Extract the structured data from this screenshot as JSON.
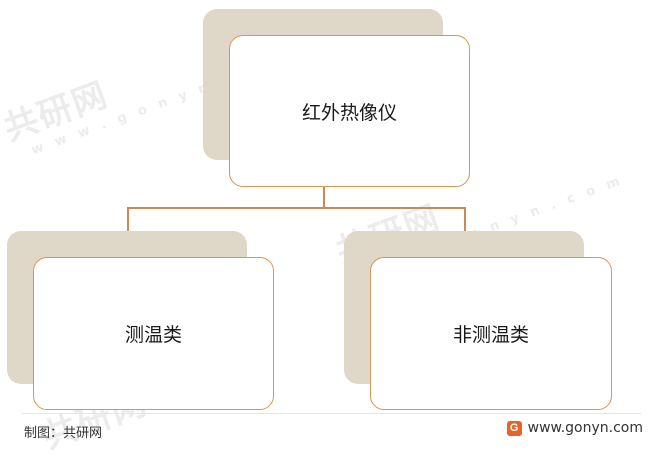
{
  "diagram": {
    "root": {
      "label": "红外热像仪"
    },
    "children": [
      {
        "label": "测温类"
      },
      {
        "label": "非测温类"
      }
    ]
  },
  "watermark": {
    "brand": "共研网",
    "domain": "w w w . g o n y n . c o m"
  },
  "footer": {
    "source_label": "制图：共研网",
    "logo_letter": "G",
    "site_url": "www.gonyn.com"
  },
  "colors": {
    "box_border": "#e0924f",
    "shadow": "#dfd7c7",
    "connector": "#c98a55",
    "logo": "#e8632a"
  }
}
